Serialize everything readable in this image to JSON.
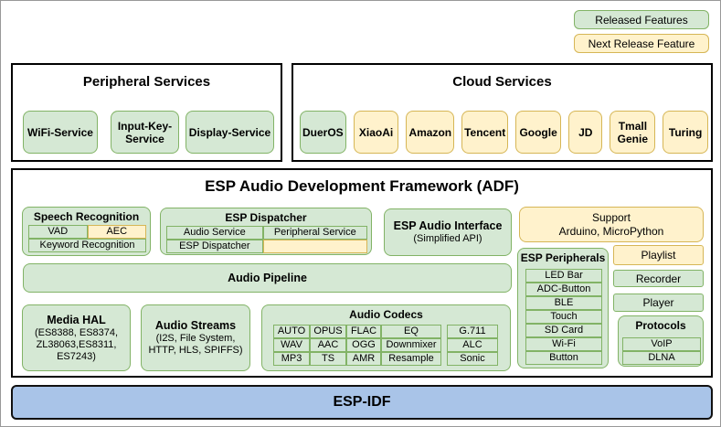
{
  "legend": {
    "released_label": "Released Features",
    "next_label": "Next Release Feature"
  },
  "colors": {
    "released_fill": "#d5e8d4",
    "released_border": "#82b366",
    "next_fill": "#fff2cc",
    "next_border": "#d6b656",
    "espidf_fill": "#a9c4e8"
  },
  "peripheral_services": {
    "title": "Peripheral Services",
    "items": [
      {
        "label": "WiFi-Service",
        "status": "released"
      },
      {
        "label": "Input-Key-Service",
        "status": "released"
      },
      {
        "label": "Display-Service",
        "status": "released"
      }
    ]
  },
  "cloud_services": {
    "title": "Cloud Services",
    "items": [
      {
        "label": "DuerOS",
        "status": "released"
      },
      {
        "label": "XiaoAi",
        "status": "next"
      },
      {
        "label": "Amazon",
        "status": "next"
      },
      {
        "label": "Tencent",
        "status": "next"
      },
      {
        "label": "Google",
        "status": "next"
      },
      {
        "label": "JD",
        "status": "next"
      },
      {
        "label": "Tmall Genie",
        "status": "next"
      },
      {
        "label": "Turing",
        "status": "next"
      }
    ]
  },
  "adf": {
    "title": "ESP Audio Development Framework (ADF)",
    "speech_recognition": {
      "title": "Speech Recognition",
      "vad": "VAD",
      "aec": "AEC",
      "keyword": "Keyword Recognition"
    },
    "esp_dispatcher": {
      "title": "ESP Dispatcher",
      "audio_service": "Audio Service",
      "peripheral_service": "Peripheral Service",
      "esp_dispatcher_cell": "ESP Dispatcher"
    },
    "esp_audio_interface": {
      "title": "ESP Audio Interface",
      "subtitle": "(Simplified API)"
    },
    "support": {
      "line1": "Support",
      "line2": "Arduino, MicroPython"
    },
    "audio_pipeline": {
      "title": "Audio Pipeline"
    },
    "esp_peripherals": {
      "title": "ESP Peripherals",
      "items": [
        "LED Bar",
        "ADC-Button",
        "BLE",
        "Touch",
        "SD Card",
        "Wi-Fi",
        "Button"
      ]
    },
    "playlist_label": "Playlist",
    "recorder_label": "Recorder",
    "player_label": "Player",
    "protocols": {
      "title": "Protocols",
      "items": [
        "VoIP",
        "DLNA"
      ]
    },
    "media_hal": {
      "title": "Media HAL",
      "subtitle": "(ES8388, ES8374, ZL38063,ES8311, ES7243)"
    },
    "audio_streams": {
      "title": "Audio Streams",
      "subtitle": "(I2S, File System, HTTP, HLS, SPIFFS)"
    },
    "audio_codecs": {
      "title": "Audio Codecs",
      "grid": [
        [
          "AUTO",
          "OPUS",
          "FLAC",
          "EQ"
        ],
        [
          "WAV",
          "AAC",
          "OGG",
          "Downmixer"
        ],
        [
          "MP3",
          "TS",
          "AMR",
          "Resample"
        ]
      ],
      "side": [
        "G.711",
        "ALC",
        "Sonic"
      ]
    }
  },
  "esp_idf": {
    "title": "ESP-IDF"
  }
}
